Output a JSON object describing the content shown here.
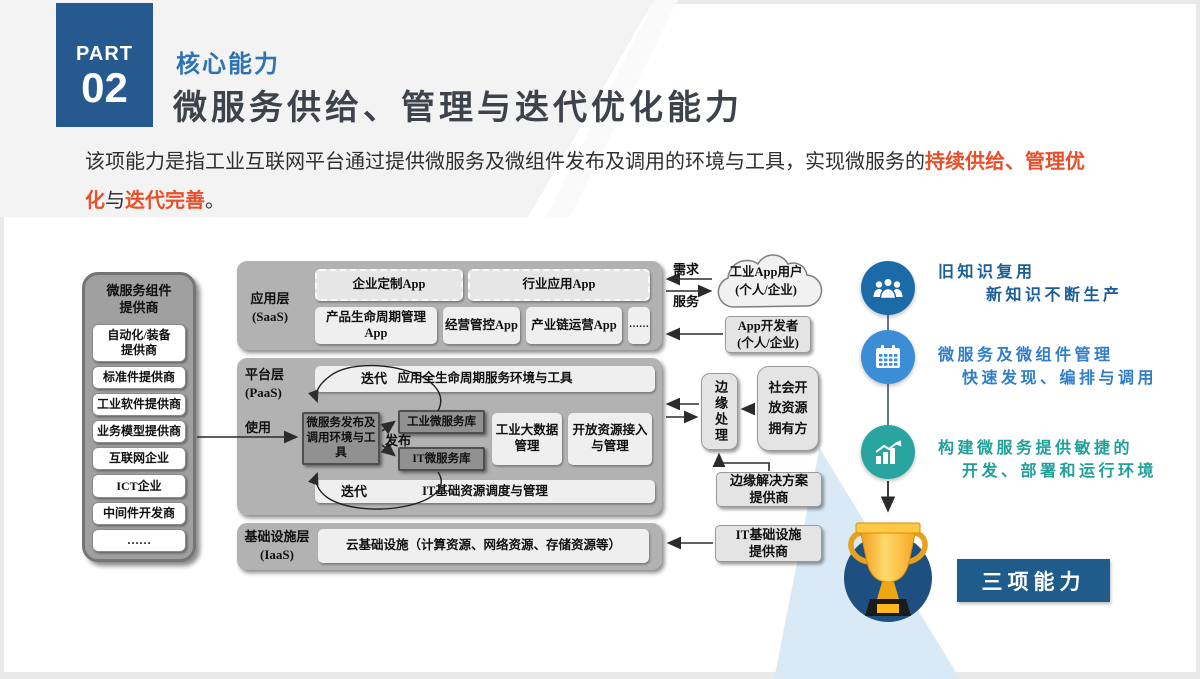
{
  "header": {
    "part_label": "PART",
    "part_number": "02",
    "subtitle": "核心能力",
    "title": "微服务供给、管理与迭代优化能力",
    "description": {
      "normal1": "该项能力是指工业互联网平台通过提供微服务及微组件发布及调用的环境与工具，实现微服务的",
      "highlight1": "持续供给、管理优化",
      "normal2": "与",
      "highlight2": "迭代完善",
      "normal3": "。"
    }
  },
  "diagram": {
    "providers": {
      "title": "微服务组件 提供商",
      "items": [
        "自动化/装备提供商",
        "标准件提供商",
        "工业软件提供商",
        "业务模型提供商",
        "互联网企业",
        "ICT企业",
        "中间件开发商",
        "……"
      ]
    },
    "saas": {
      "label_cn": "应用层",
      "label_en": "(SaaS)",
      "dashed_apps": [
        "企业定制App",
        "行业应用App"
      ],
      "solid_apps": [
        "产品生命周期管理App",
        "经营管控App",
        "产业链运营App",
        "……"
      ]
    },
    "paas": {
      "label_cn": "平台层",
      "label_en": "(PaaS)",
      "top_bar": "应用全生命周期服务环境与工具",
      "iterate_top": "迭代",
      "iterate_bottom": "迭代",
      "use_label": "使用",
      "publish_label": "发布",
      "core_box": "微服务发布及调用环境与工具",
      "lib_industrial": "工业微服务库",
      "lib_it": "IT微服务库",
      "bigdata_box": "工业大数据管理",
      "open_resource_box": "开放资源接入与管理",
      "bottom_bar": "IT基础资源调度与管理"
    },
    "iaas": {
      "label_cn": "基础设施层",
      "label_en": "(IaaS)",
      "box": "云基础设施（计算资源、网络资源、存储资源等）"
    },
    "right_side": {
      "demand_label": "需求",
      "service_label": "服务",
      "cloud_line1": "工业App用户",
      "cloud_line2": "(个人/企业)",
      "developer_line1": "App开发者",
      "developer_line2": "(个人/企业)",
      "edge_box": "边缘处理",
      "social_box": "社会开放资源拥有方",
      "edge_provider_line1": "边缘解决方案",
      "edge_provider_line2": "提供商",
      "it_provider_line1": "IT基础设施",
      "it_provider_line2": "提供商"
    }
  },
  "capabilities": {
    "items": [
      {
        "icon": "people-icon",
        "line1": "旧知识复用",
        "line2": "新知识不断生产",
        "color": "#1a6ba8",
        "text_color": "#1b5e97"
      },
      {
        "icon": "calendar-icon",
        "line1": "微服务及微组件管理",
        "line2": "快速发现、编排与调用",
        "color": "#3b8ed6",
        "text_color": "#2f7ec7"
      },
      {
        "icon": "chart-growth-icon",
        "line1": "构建微服务提供敏捷的",
        "line2": "开发、部署和运行环境",
        "color": "#29a49e",
        "text_color": "#21a09a"
      }
    ],
    "badge": "三项能力"
  },
  "colors": {
    "part_box": "#265a8f",
    "subtitle": "#2e74b5",
    "title": "#3e434b",
    "highlight": "#e8502b",
    "badge_bg": "#1f5c8c",
    "trophy_circle": "#1d4f7f",
    "layer_gray": "#b2b2b2",
    "blue_wedge": "#d9eaf6"
  }
}
